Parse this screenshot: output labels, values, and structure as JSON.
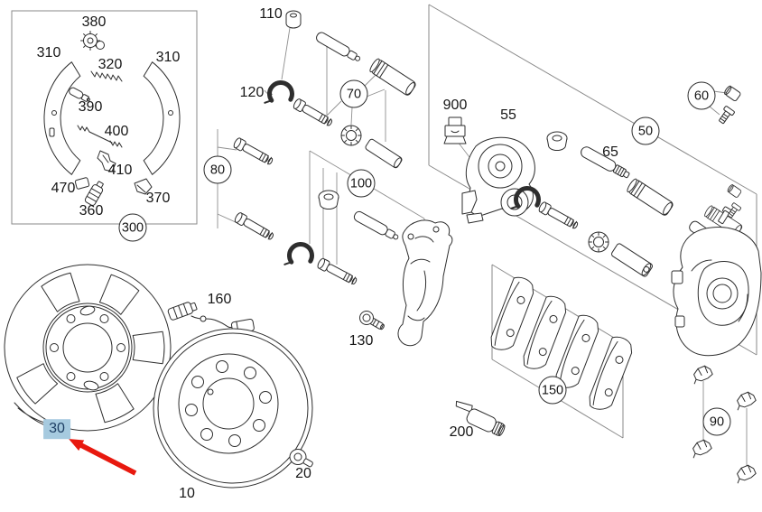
{
  "labels": {
    "l10": "10",
    "l20": "20",
    "l30": "30",
    "l50": "50",
    "l55": "55",
    "l60": "60",
    "l65": "65",
    "l70": "70",
    "l80": "80",
    "l90": "90",
    "l100": "100",
    "l110": "110",
    "l120": "120",
    "l130": "130",
    "l150": "150",
    "l160": "160",
    "l200": "200",
    "l300": "300",
    "l310a": "310",
    "l310b": "310",
    "l320": "320",
    "l360": "360",
    "l370": "370",
    "l380": "380",
    "l390": "390",
    "l400": "400",
    "l410": "410",
    "l470": "470",
    "l900": "900"
  },
  "selection": {
    "highlighted_callout": "30"
  },
  "colors": {
    "line": "#2e2e2e",
    "leader": "#8f8f8f",
    "highlight_bg": "#a6cadf",
    "highlight_text": "#1d3e63",
    "arrow_red": "#e8190f",
    "background": "#ffffff"
  }
}
